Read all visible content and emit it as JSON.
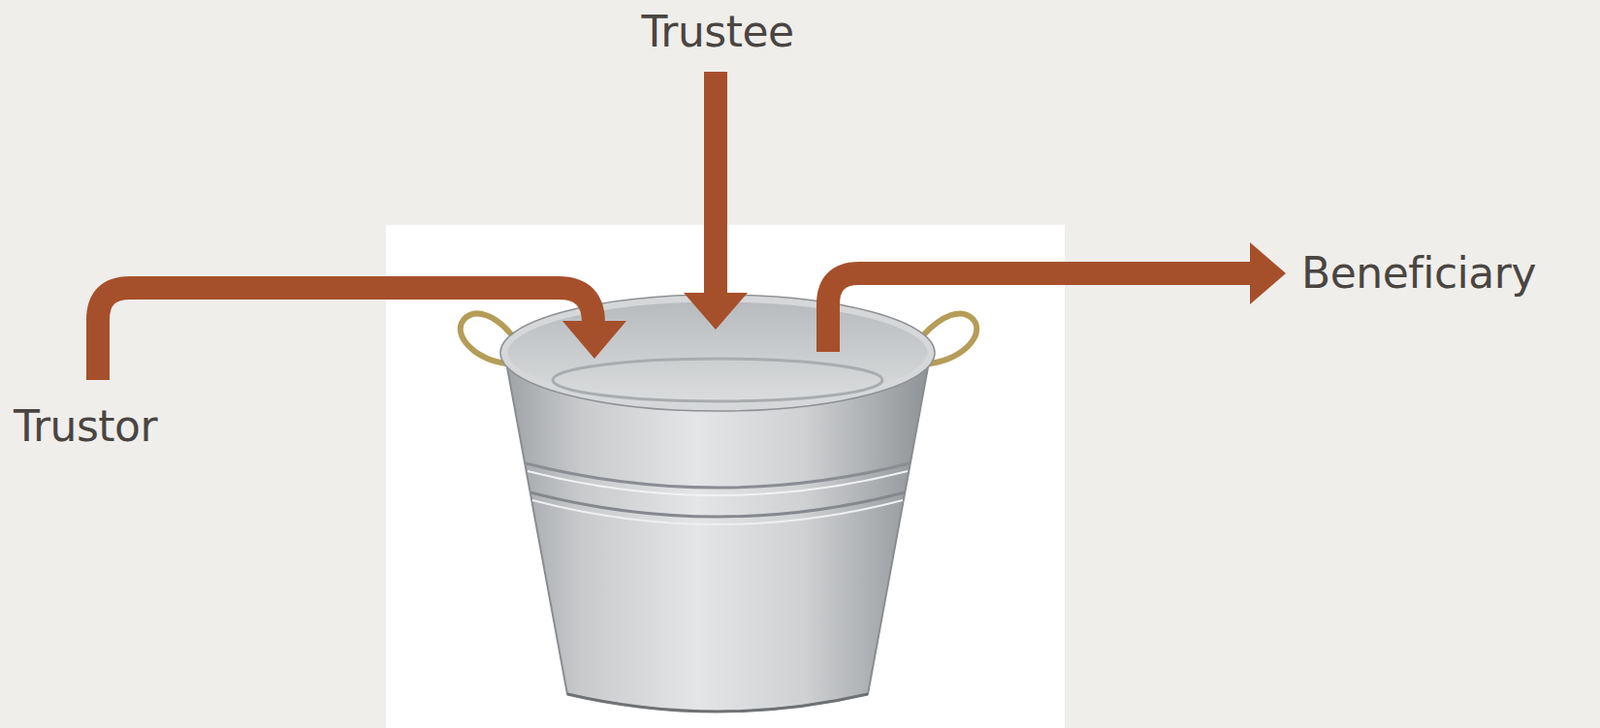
{
  "diagram": {
    "labels": [
      "Trustee",
      "Trustor",
      "Beneficiary"
    ]
  }
}
